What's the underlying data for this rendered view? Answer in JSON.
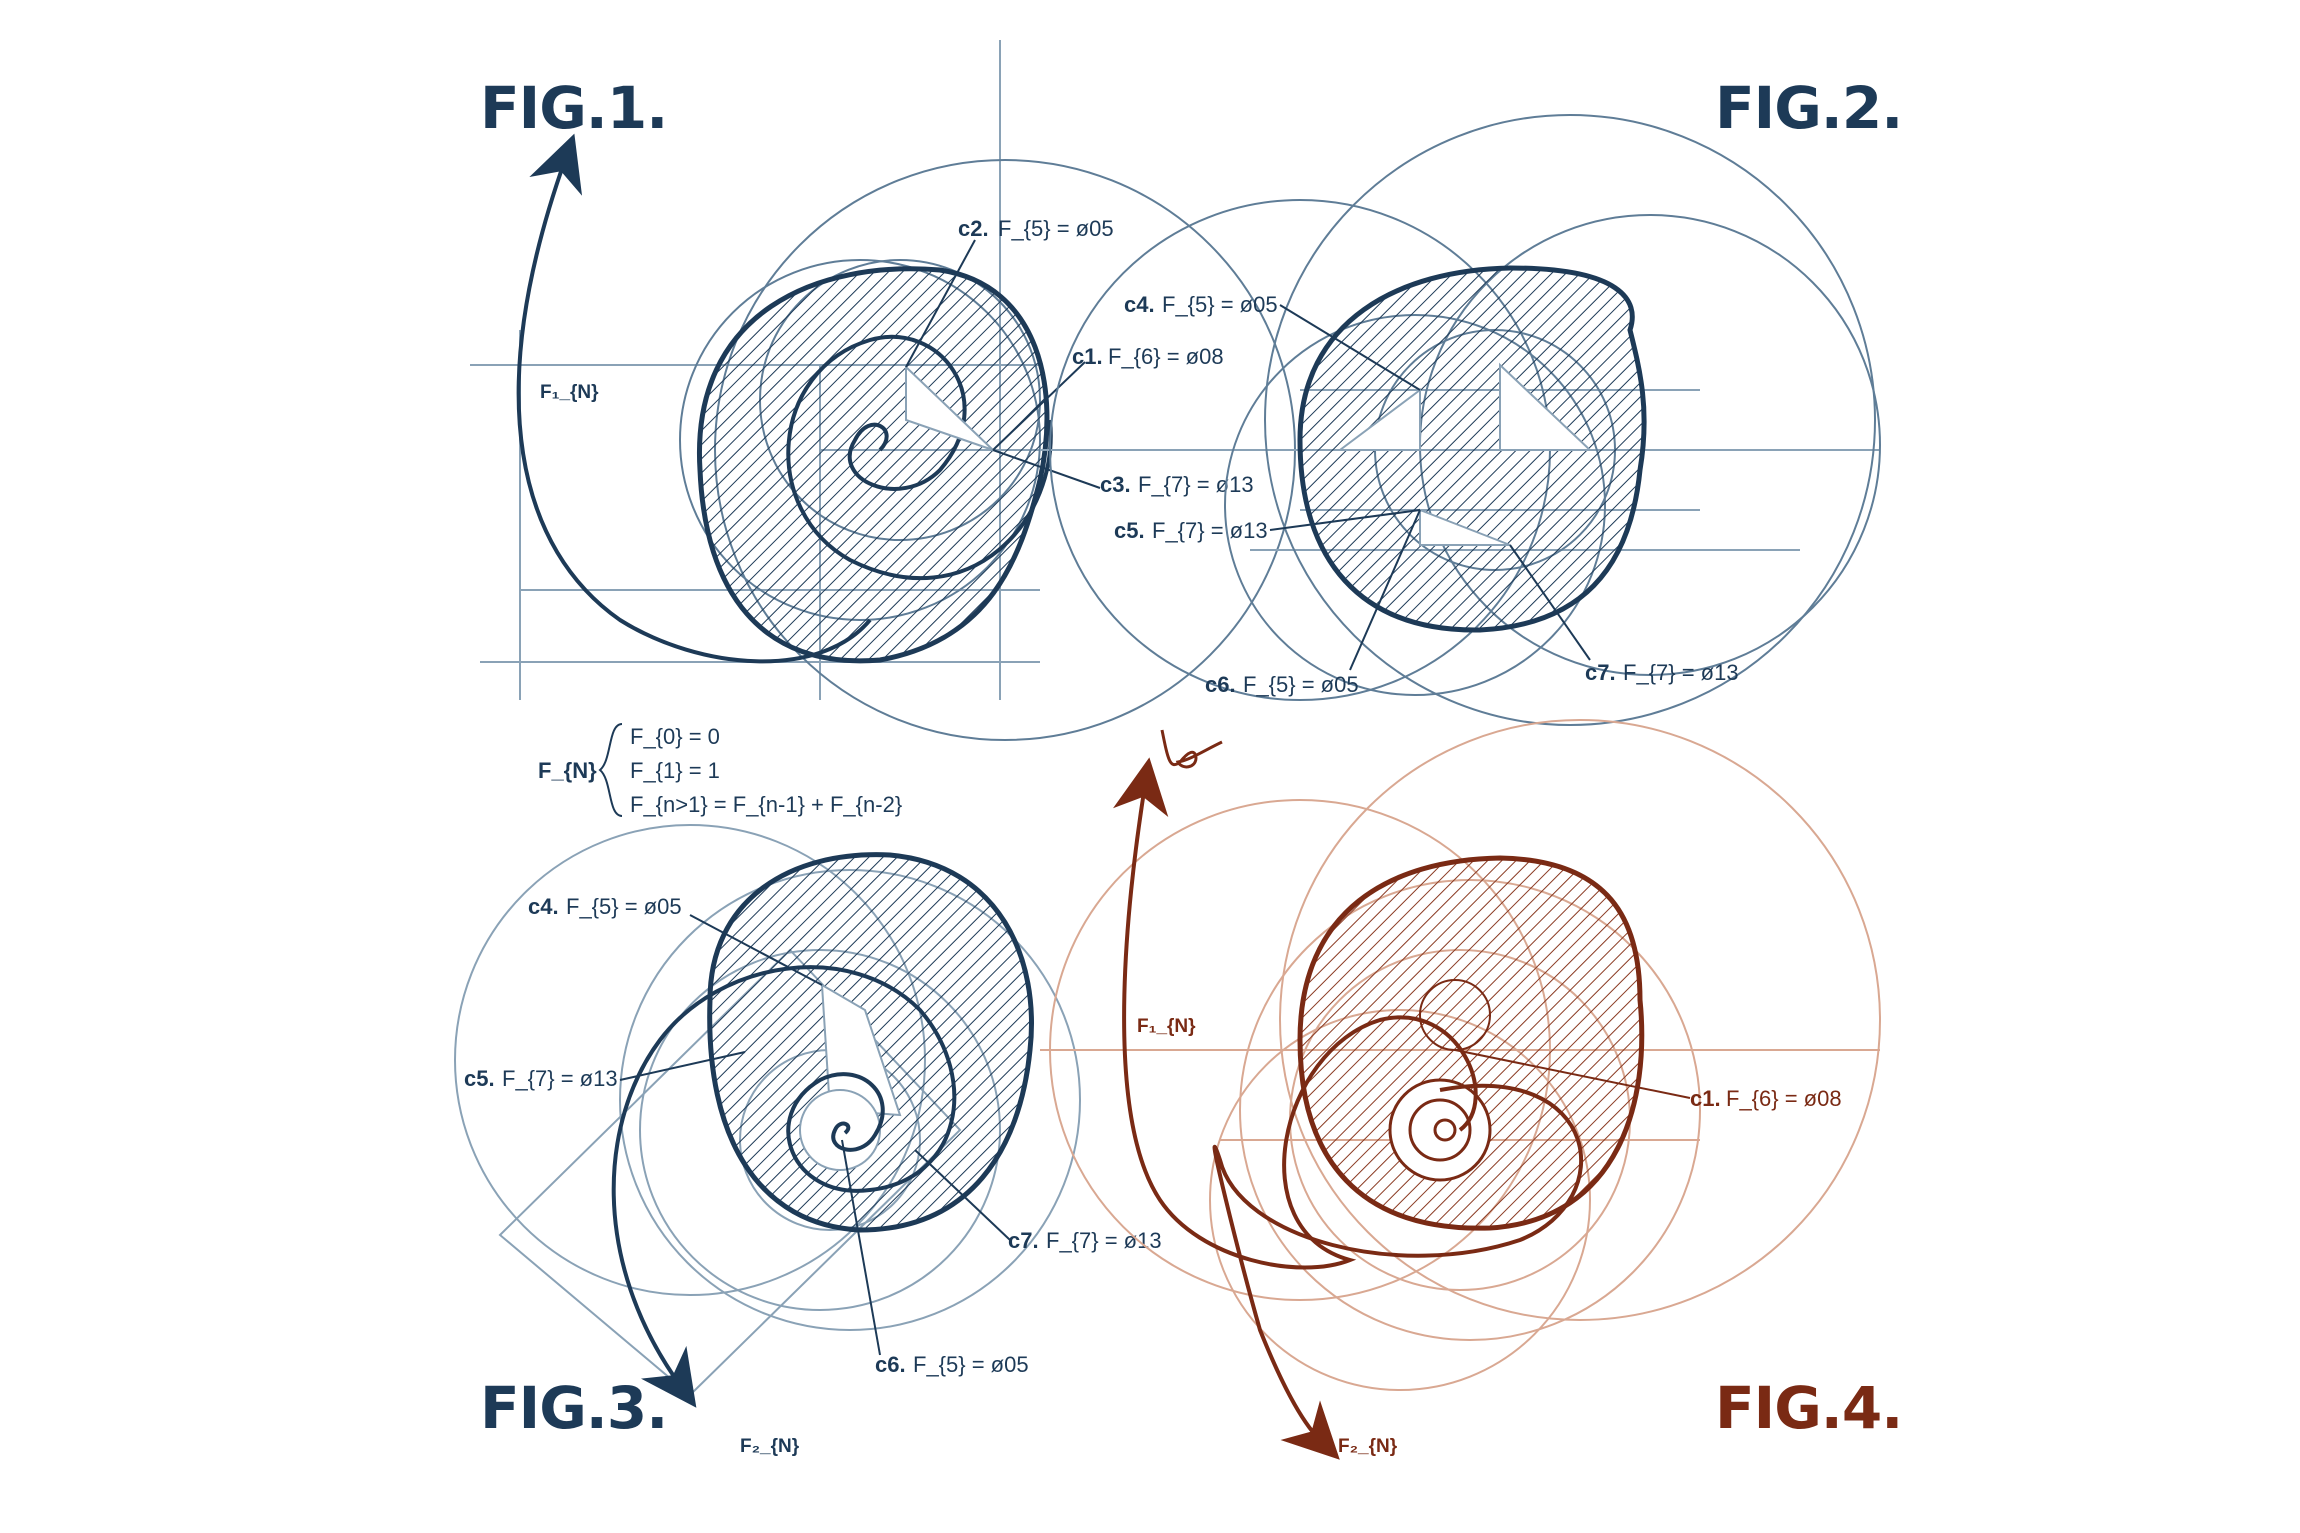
{
  "colors": {
    "blue": "#1d3a57",
    "blue_light": "#8aa2b6",
    "red": "#7a2a14",
    "red_light": "#d9a892"
  },
  "figures": [
    {
      "title": "FIG.1."
    },
    {
      "title": "FIG.2."
    },
    {
      "title": "FIG.3."
    },
    {
      "title": "FIG.4."
    }
  ],
  "fig1": {
    "spiral_label": "F₁_{N}",
    "callouts": [
      {
        "name": "c2.",
        "formula": "F_{5} = ø05"
      },
      {
        "name": "c1.",
        "formula": "F_{6} = ø08"
      },
      {
        "name": "c3.",
        "formula": "F_{7} = ø13"
      }
    ]
  },
  "fig2": {
    "callouts": [
      {
        "name": "c4.",
        "formula": "F_{5} = ø05"
      },
      {
        "name": "c5.",
        "formula": "F_{7} = ø13"
      },
      {
        "name": "c6.",
        "formula": "F_{5} = ø05"
      },
      {
        "name": "c7.",
        "formula": "F_{7} = ø13"
      }
    ]
  },
  "legend": {
    "symbol": "F_{N}",
    "lines": [
      "F_{0} = 0",
      "F_{1} = 1",
      "F_{n>1} = F_{n-1} + F_{n-2}"
    ]
  },
  "fig3": {
    "spiral_label": "F₂_{N}",
    "callouts": [
      {
        "name": "c4.",
        "formula": "F_{5} = ø05"
      },
      {
        "name": "c5.",
        "formula": "F_{7} = ø13"
      },
      {
        "name": "c7.",
        "formula": "F_{7} = ø13"
      },
      {
        "name": "c6.",
        "formula": "F_{5} = ø05"
      }
    ]
  },
  "fig4": {
    "spiral_label_1": "F₁_{N}",
    "spiral_label_2": "F₂_{N}",
    "callouts": [
      {
        "name": "c1.",
        "formula": "F_{6} = ø08"
      }
    ]
  }
}
